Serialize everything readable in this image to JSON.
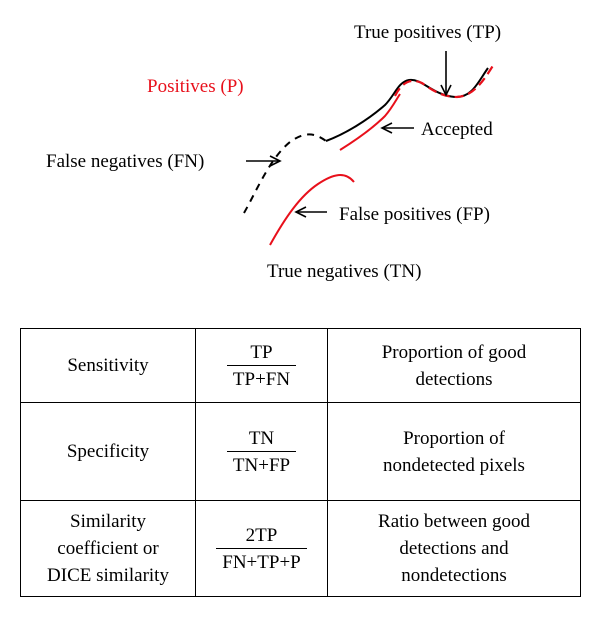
{
  "diagram": {
    "labels": {
      "true_positives": "True positives (TP)",
      "positives": "Positives (P)",
      "accepted": "Accepted",
      "false_negatives": "False negatives (FN)",
      "false_positives": "False positives (FP)",
      "true_negatives": "True negatives (TN)"
    },
    "colors": {
      "positives": "#e8101b",
      "text": "#000000"
    }
  },
  "table": {
    "rows": [
      {
        "metric": [
          "Sensitivity"
        ],
        "numerator": "TP",
        "denominator": "TP+FN",
        "description": [
          "Proportion of good",
          "detections"
        ]
      },
      {
        "metric": [
          "Specificity"
        ],
        "numerator": "TN",
        "denominator": "TN+FP",
        "description": [
          "Proportion of",
          "nondetected pixels"
        ]
      },
      {
        "metric": [
          "Similarity",
          "coefficient or",
          "DICE similarity"
        ],
        "numerator": "2TP",
        "denominator": "FN+TP+P",
        "description": [
          "Ratio between good",
          "detections and",
          "nondetections"
        ]
      }
    ]
  }
}
